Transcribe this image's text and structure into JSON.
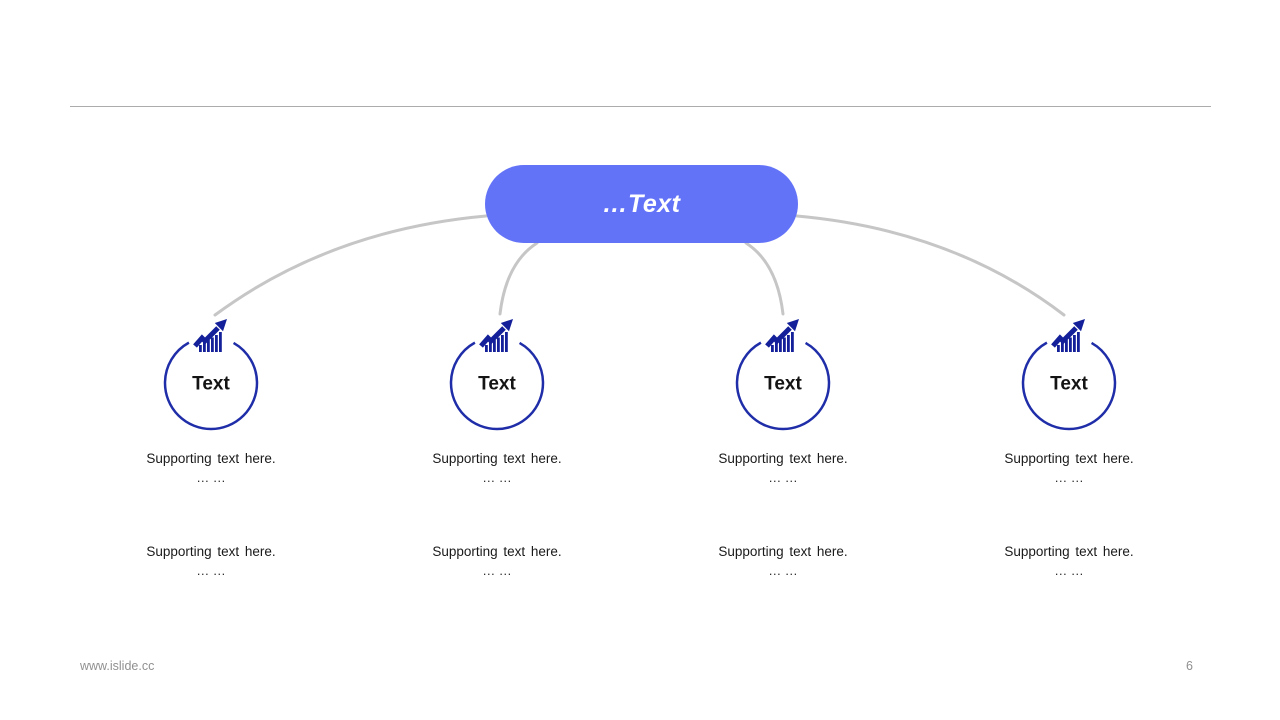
{
  "slide": {
    "root_node": {
      "label": "…Text"
    },
    "nodes": [
      {
        "label": "Text",
        "icon": "trend-up-chart-icon",
        "support_blocks": [
          {
            "text": "Supporting text here.",
            "ellipsis": "… …"
          },
          {
            "text": "Supporting text here.",
            "ellipsis": "… …"
          }
        ]
      },
      {
        "label": "Text",
        "icon": "trend-up-chart-icon",
        "support_blocks": [
          {
            "text": "Supporting text here.",
            "ellipsis": "… …"
          },
          {
            "text": "Supporting text here.",
            "ellipsis": "… …"
          }
        ]
      },
      {
        "label": "Text",
        "icon": "trend-up-chart-icon",
        "support_blocks": [
          {
            "text": "Supporting text here.",
            "ellipsis": "… …"
          },
          {
            "text": "Supporting text here.",
            "ellipsis": "… …"
          }
        ]
      },
      {
        "label": "Text",
        "icon": "trend-up-chart-icon",
        "support_blocks": [
          {
            "text": "Supporting text here.",
            "ellipsis": "… …"
          },
          {
            "text": "Supporting text here.",
            "ellipsis": "… …"
          }
        ]
      }
    ],
    "footer": {
      "website": "www.islide.cc",
      "page_number": "6"
    },
    "colors": {
      "root_fill": "#6373F8",
      "circle_stroke": "#1F2EA8",
      "icon_fill": "#132099",
      "connector": "#C6C6C6",
      "divider": "#ACACAC",
      "footer_text": "#909090"
    }
  }
}
